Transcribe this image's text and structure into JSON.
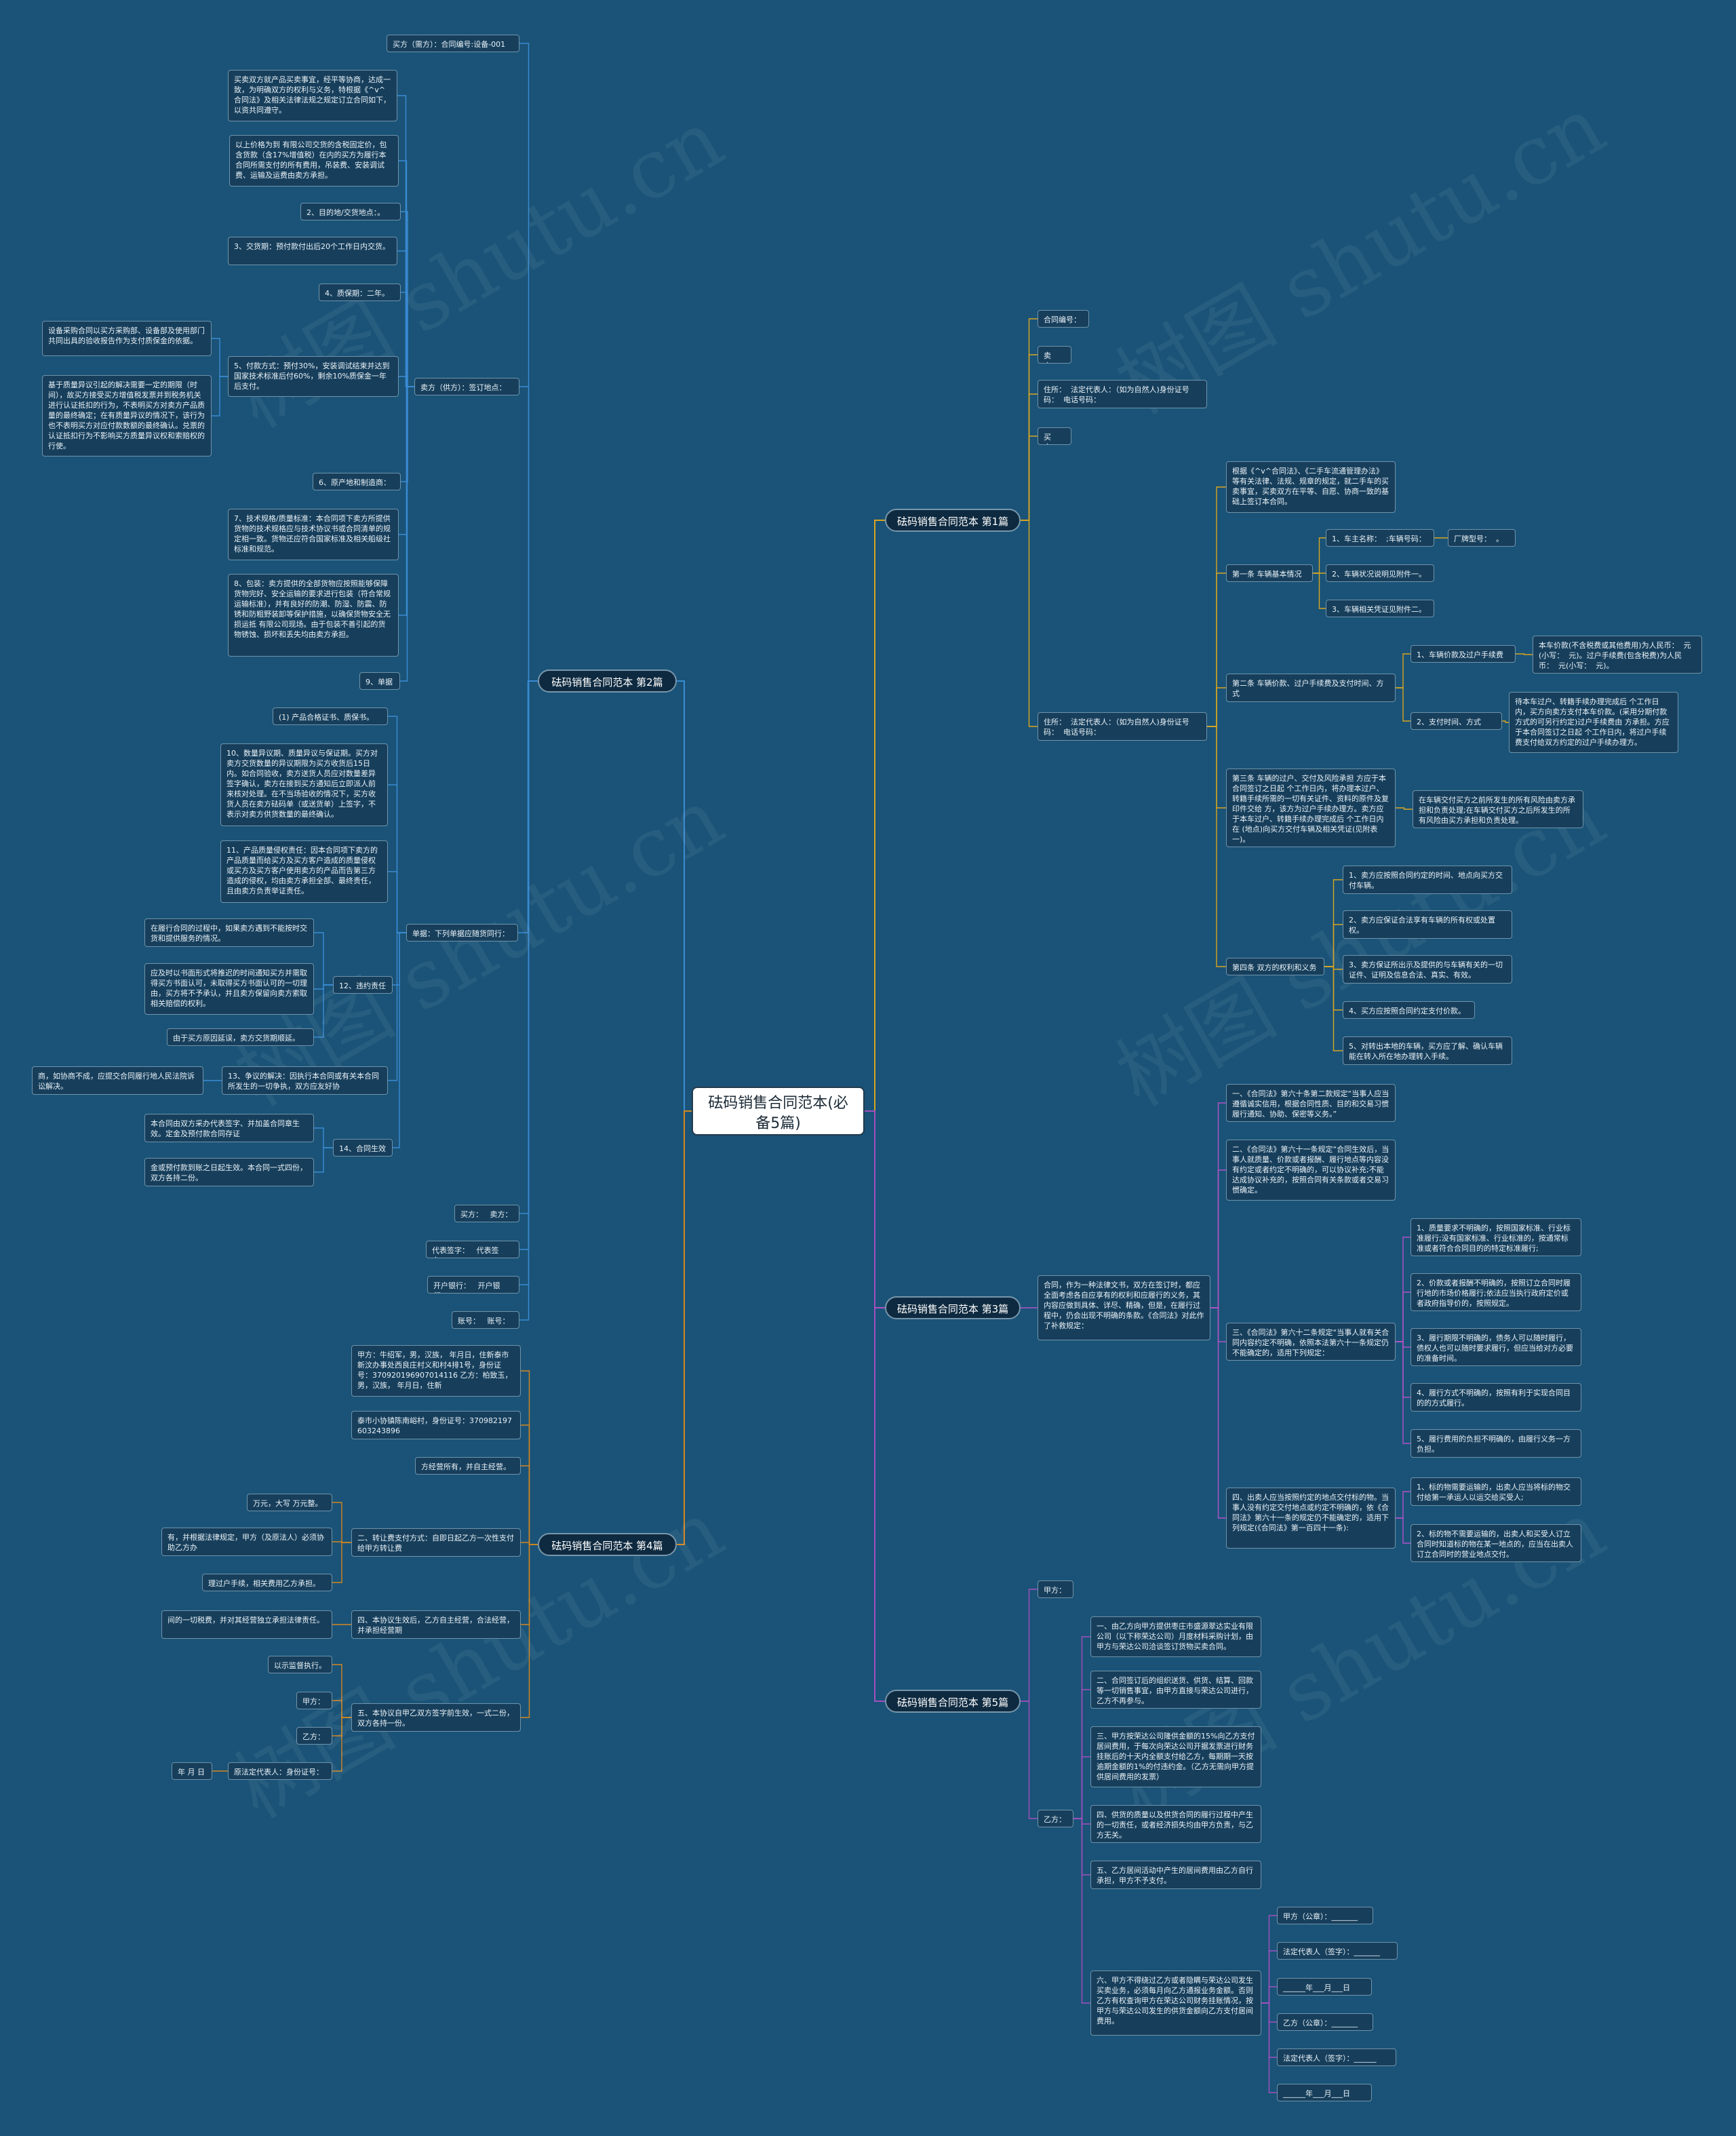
{
  "root": {
    "title": "砝码销售合同范本(必备5篇)"
  },
  "watermark": "树图 shutu.cn",
  "colors": {
    "background": "#1a5377",
    "b1": "#d9a521",
    "b2": "#3a8bd4",
    "b3": "#b253c9",
    "b4": "#d4861e",
    "b5": "#a34fc0"
  },
  "nodes": {
    "b1": "砝码销售合同范本 第1篇",
    "b2": "砝码销售合同范本 第2篇",
    "b3": "砝码销售合同范本 第3篇",
    "b4": "砝码销售合同范本 第4篇",
    "b5": "砝码销售合同范本 第5篇",
    "b2_buyer": "买方（需方）：合同编号:设备-001",
    "b2_seller": "卖方（供方）：签订地点：",
    "b2_s0": "买卖双方就产品买卖事宜，经平等协商，达成一致，为明确双方的权利与义务，特根据《^v^合同法》及相关法律法规之规定订立合同如下，以资共同遵守。",
    "b2_s1": "以上价格为到 有限公司交货的含税固定价，包含货款（含17%增值税）在内的买方为履行本合同所需支付的所有费用，吊装费、安装调试费、运输及运费由卖方承担。",
    "b2_s2": "2、目的地/交货地点：。",
    "b2_s3": "3、交货期：预付款付出后20个工作日内交货。",
    "b2_s4": "4、质保期：二年。",
    "b2_s5": "5、付款方式：预付30%，安装调试结束并达到国家技术标准后付60%，剩余10%质保金一年后支付。",
    "b2_s5a": "设备采购合同以买方采购部、设备部及使用部门共同出具的验收报告作为支付质保金的依据。",
    "b2_s5b": "基于质量异议引起的解决需要一定的期限（时间），故买方接受买方增值税发票并到税务机关进行认证抵扣的行为，不表明买方对卖方产品质量的最终确定；在有质量异议的情况下，该行为也不表明买方对应付款数额的最终确认。兑票的认证抵扣行为不影响买方质量异议权和索赔权的行使。",
    "b2_s6": "6、原产地和制造商：",
    "b2_s7": "7、技术规格/质量标准：本合同项下卖方所提供货物的技术规格应与技术协议书或合同清单的规定相一致。货物还应符合国家标准及相关船级社标准和规范。",
    "b2_s8": "8、包装：卖方提供的全部货物应按照能够保障货物完好、安全运输的要求进行包装（符合常规运输标准），并有良好的防潮、防湿、防震、防锈和防粗野装卸等保护措施，以确保货物安全无损运抵 有限公司现场。由于包装不善引起的货物锈蚀、损坏和丢失均由卖方承担。",
    "b2_s9": "9、单据",
    "b2_docs": "单据：下列单据应随货同行：",
    "b2_d1": "(1) 产品合格证书、质保书。",
    "b2_d10": "10、数量异议期、质量异议与保证期。买方对卖方交货数量的异议期限为买方收货后15日内。如合同验收，卖方送货人员应对数量差异签字确认，卖方在接到买方通知后立即派人前来核对处理。在不当场验收的情况下，买方收货人员在卖方砝码单（或送货单）上签字，不表示对卖方供货数量的最终确认。",
    "b2_d11": "11、产品质量侵权责任：因本合同项下卖方的产品质量而给买方及买方客户造成的质量侵权或买方及买方客户使用卖方的产品而告第三方造成的侵权，均由卖方承担全部、最终责任，且由卖方负责举证责任。",
    "b2_d12": "12、违约责任",
    "b2_d12a": "在履行合同的过程中，如果卖方遇到不能按时交货和提供服务的情况。",
    "b2_d12b": "应及时以书面形式将推迟的时间通知买方并需取得买方书面认可，未取得买方书面认可的一切理由，买方将不予承认，并且卖方保留向卖方索取相关赔偿的权利。",
    "b2_d12c": "由于买方原因延误，卖方交货期顺延。",
    "b2_d13": "13、争议的解决：因执行本合同或有关本合同所发生的一切争执，双方应友好协",
    "b2_d13a": "商，如协商不成，应提交合同履行地人民法院诉讼解决。",
    "b2_d14": "14、合同生效",
    "b2_d14a": "本合同由双方采办代表签字、并加盖合同章生效。定金及预付款合同存证",
    "b2_d14b": "金或预付款到账之日起生效。本合同一式四份，双方各持二份。",
    "b2_t1": "买方：   卖方：",
    "b2_t2": "代表签字：   代表签字：",
    "b2_t3": "开户银行：   开户银行：",
    "b2_t4": "账号：   账号：",
    "b1_n1": "合同编号：",
    "b1_n2": "卖方：",
    "b1_n3": "住所：  法定代表人：（如为自然人)身份证号码：  电话号码：",
    "b1_n4": "买方：",
    "b1_n5": "住所：  法定代表人：（如为自然人)身份证号码：  电话号码：",
    "b1_p0": "根据《^v^合同法》、《二手车流通管理办法》等有关法律、法规、规章的规定，就二手车的买卖事宜，买卖双方在平等、自愿、协商一致的基础上签订本合同。",
    "b1_c1": "第一条 车辆基本情况",
    "b1_c1a": "1、车主名称：  ;车辆号码：  ;",
    "b1_c1a1": "厂牌型号：  。",
    "b1_c1b": "2、车辆状况说明见附件一。",
    "b1_c1c": "3、车辆相关凭证见附件二。",
    "b1_c2": "第二条 车辆价款、过户手续费及支付时间、方式",
    "b1_c2a": "1、车辆价款及过户手续费",
    "b1_c2a1": "本车价款(不含税费或其他费用)为人民币：  元(小写：  元)。过户手续费(包含税费)为人民币：  元(小写：  元)。",
    "b1_c2b": "2、支付时间、方式",
    "b1_c2b1": "待本车过户、转籍手续办理完成后 个工作日内，买方向卖方支付本车价款。(采用分期付款方式的可另行约定)过户手续费由 方承担。方应于本合同签订之日起 个工作日内，将过户手续费支付给双方约定的过户手续办理方。",
    "b1_c3": "第三条 车辆的过户、交付及风险承担 方应于本合同签订之日起 个工作日内，将办理本过户、转籍手续所需的一切有关证件、资料的原件及复印件交给 方，该方为过户手续办理方。卖方应于本车过户、转籍手续办理完成后 个工作日内在 (地点)向买方交付车辆及相关凭证(见附表一)。",
    "b1_c3a": "在车辆交付买方之前所发生的所有风险由卖方承担和负责处理;在车辆交付买方之后所发生的所有风险由买方承担和负责处理。",
    "b1_c4": "第四条 双方的权利和义务",
    "b1_c4a": "1、卖方应按照合同约定的时间、地点向买方交付车辆。",
    "b1_c4b": "2、卖方应保证合法享有车辆的所有权或处置权。",
    "b1_c4c": "3、卖方保证所出示及提供的与车辆有关的一切证件、证明及信息合法、真实、有效。",
    "b1_c4d": "4、买方应按照合同约定支付价款。",
    "b1_c4e": "5、对转出本地的车辆，买方应了解、确认车辆能在转入所在地办理转入手续。",
    "b3_main": "合同，作为一种法律文书，双方在签订时，都应全面考虑各自应享有的权利和应履行的义务，其内容应做到具体、详尽、精确，但是，在履行过程中，仍会出现不明确的条款。《合同法》对此作了补救规定：",
    "b3_p1": "一、《合同法》第六十条第二款规定“当事人应当遵循诚实信用，根据合同性质、目的和交易习惯履行通知、协助、保密等义务。”",
    "b3_p2": "二、《合同法》第六十一条规定“合同生效后，当事人就质量、价款或者报酬、履行地点等内容没有约定或者约定不明确的，可以协议补充;不能达成协议补充的，按照合同有关条款或者交易习惯确定。",
    "b3_p3": "三、《合同法》第六十二条规定“当事人就有关合同内容约定不明确，依照本法第六十一条规定仍不能确定的，适用下列规定：",
    "b3_p3a": "1、质量要求不明确的，按照国家标准、行业标准履行;没有国家标准、行业标准的，按通常标准或者符合合同目的的特定标准履行;",
    "b3_p3b": "2、价款或者报酬不明确的，按照订立合同时履行地的市场价格履行;依法应当执行政府定价或者政府指导价的，按照规定。",
    "b3_p3c": "3、履行期限不明确的，债务人可以随时履行，债权人也可以随时要求履行，但应当给对方必要的准备时间。",
    "b3_p3d": "4、履行方式不明确的，按照有利于实现合同目的的方式履行。",
    "b3_p3e": "5、履行费用的负担不明确的，由履行义务一方负担。",
    "b3_p4": "四、出卖人应当按照约定的地点交付标的物。当事人没有约定交付地点或约定不明确的，依《合同法》第六十一条的规定仍不能确定的，适用下列规定(《合同法》第一百四十一条):",
    "b3_p4a": "1、标的物需要运输的，出卖人应当将标的物交付给第一承运人以运交给买受人;",
    "b3_p4b": "2、标的物不需要运输的，出卖人和买受人订立合同时知道标的物在某一地点的，应当在出卖人订立合同时的营业地点交付。",
    "b4_l1": "甲方：牛绍军，男，汉族， 年月日，住新泰市新汶办事处西良庄村义和村4排1号，身份证号：370920196907014116 乙方：柏致玉，男，汉族， 年月日，住新",
    "b4_l2": "泰市小协镇陈南峪村，身份证号：370982197603243896",
    "b4_l3": "方经营所有，并自主经营。",
    "b4_l4": "二、转让费支付方式：自即日起乙方一次性支付给甲方转让费",
    "b4_l4a": "万元，大写 万元整。",
    "b4_l4b": "有，并根据法律规定，甲方（及原法人）必须协助乙方办",
    "b4_l4c": "理过户手续，相关费用乙方承担。",
    "b4_l5": "四、本协议生效后，乙方自主经营，合法经营，并承担经营期",
    "b4_l5a": "间的一切税费，并对其经营独立承担法律责任。",
    "b4_l6": "五、本协议自甲乙双方签字前生效，一式二份，双方各持一份。",
    "b4_l6a": "以示监督执行。",
    "b4_l6b": "甲方：",
    "b4_l6c": "乙方：",
    "b4_l6d": "原法定代表人：身份证号：",
    "b4_l6d1": "年 月 日",
    "b5_a": "甲方：",
    "b5_b": "乙方：",
    "b5_1": "一、由乙方向甲方提供枣庄市盛源翠达实业有限公司（以下称荣达公司）月度材料采购计划，由甲方与荣达公司洽谈签订货物买卖合同。",
    "b5_2": "二、合同签订后的组织送货、供货、结算、回款等一切销售事宜，由甲方直接与荣达公司进行，乙方不再参与。",
    "b5_3": "三、甲方按荣达公司隆供金额的15%向乙方支付居间费用，于每次向荣达公司开据发票进行财务挂账后的十天内全额支付给乙方，每期期一天按逾期金额的1%的付违约金。（乙方无需向甲方提供居间费用的发票）",
    "b5_4": "四、供货的质量以及供货合同的履行过程中产生的一切责任，或者经济损失均由甲方负责，与乙方无关。",
    "b5_5": "五、乙方居间活动中产生的居间费用由乙方自行承担，甲方不予支付。",
    "b5_6": "六、甲方不得绕过乙方或者隐瞒与荣达公司发生买卖业务，必须每月向乙方通报业务金额。否则乙方有权查询甲方在荣达公司财务挂账情况，按甲方与荣达公司发生的供货金额向乙方支付居间费用。",
    "b5_6a": "甲方（公章）：_______",
    "b5_6b": "法定代表人（签字）：_______",
    "b5_6c": "______年___月___日",
    "b5_6d": "乙方（公章）：_______",
    "b5_6e": "法定代表人（签字）：______",
    "b5_6f": "______年___月___日"
  }
}
